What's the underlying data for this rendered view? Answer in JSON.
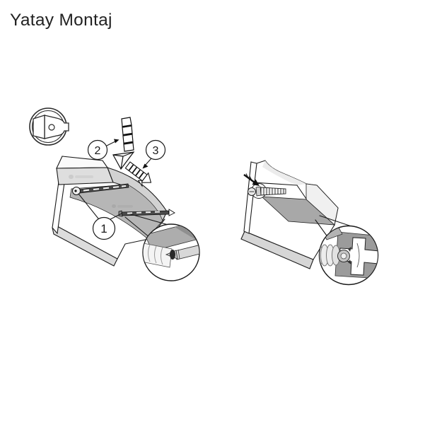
{
  "page": {
    "title": "Yatay Montaj",
    "background": "#ffffff"
  },
  "palette": {
    "line": "#1a1a1a",
    "panel_light": "#dcdcdc",
    "panel_mid": "#b6b6b6",
    "panel_shadow": "#a8a8a8",
    "section_gray": "#9b9b9b",
    "white": "#ffffff"
  },
  "legend_icon": {
    "name": "cam-lock-fitting",
    "shape": "double-circle-with-keyhole"
  },
  "figures": {
    "left": {
      "id": "exploded-horizontal-mounting-view",
      "callouts": [
        {
          "label": "1"
        },
        {
          "label": "2"
        },
        {
          "label": "3"
        }
      ],
      "detail_view": "screw-in-wall-plug-closeup"
    },
    "right": {
      "id": "screw-insertion-view",
      "detail_view": "cam-fitting-cross-section-closeup"
    }
  }
}
